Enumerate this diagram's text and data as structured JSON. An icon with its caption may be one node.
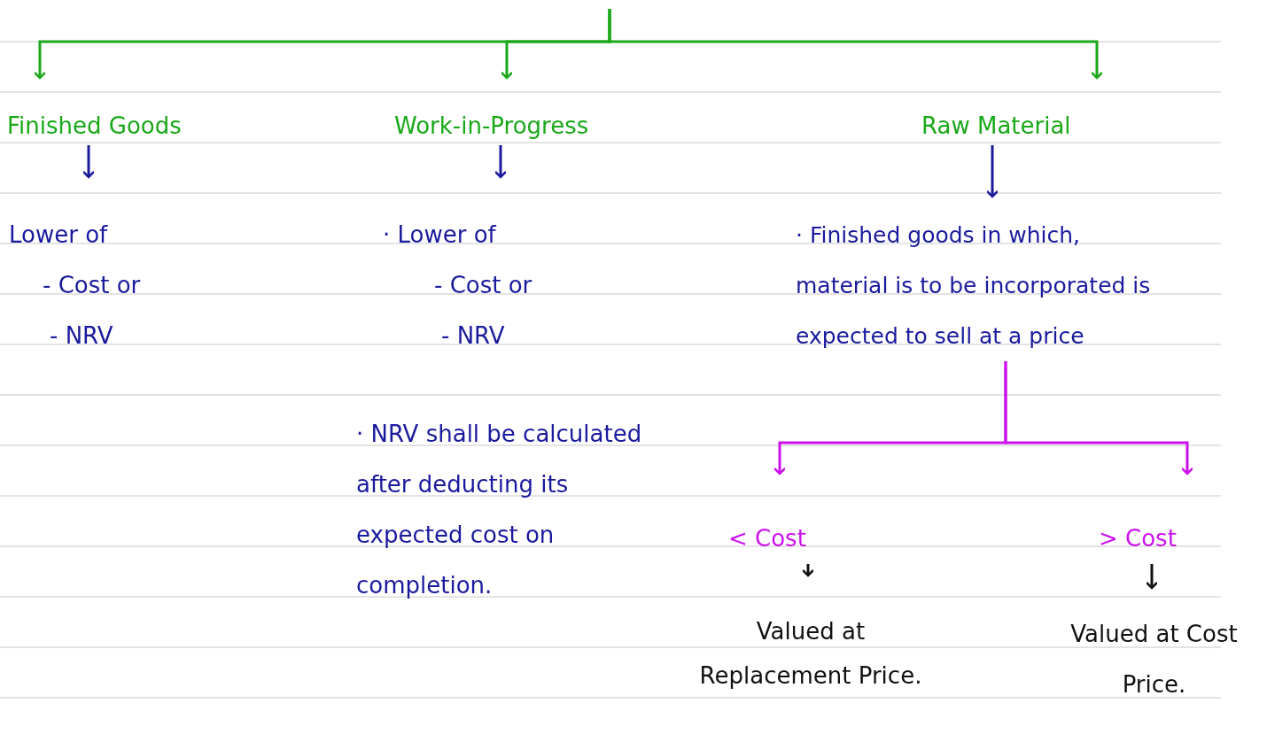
{
  "diagram": {
    "nodes": [
      {
        "text": [
          "Finished Goods"
        ]
      },
      {
        "text": [
          "Work-in-Progress"
        ]
      },
      {
        "text": [
          "Raw Material"
        ]
      },
      {
        "text": [
          "Lower of",
          "- Cost or",
          "- NRV"
        ]
      },
      {
        "text": [
          "· Lower of",
          "- Cost or",
          "- NRV"
        ]
      },
      {
        "text": [
          "· Finished goods in which, material is to be incorporated is expected to sell at a price"
        ]
      },
      {
        "text": [
          "< Cost"
        ]
      },
      {
        "text": [
          "> Cost"
        ]
      },
      {
        "text": [
          "Valued at Replacement Price."
        ]
      },
      {
        "text": [
          "Valued at Cost Price."
        ]
      }
    ],
    "edges": [
      {
        "from": null,
        "to": 0,
        "arrow": "to",
        "color": "#1aa81a"
      },
      {
        "from": null,
        "to": 1,
        "arrow": "to",
        "color": "#1aa81a"
      },
      {
        "from": null,
        "to": 2,
        "arrow": "to",
        "color": "#1aa81a"
      },
      {
        "from": 0,
        "to": 3,
        "arrow": "to",
        "color": "#1a1a9e"
      },
      {
        "from": 1,
        "to": 4,
        "arrow": "to",
        "color": "#1a1a9e"
      },
      {
        "from": 2,
        "to": 5,
        "arrow": "to",
        "color": "#1a1a9e"
      },
      {
        "from": 5,
        "to": 6,
        "arrow": "to",
        "color": "#cc11ee"
      },
      {
        "from": 5,
        "to": 7,
        "arrow": "to",
        "color": "#cc11ee"
      },
      {
        "from": 6,
        "to": 8,
        "arrow": "to",
        "color": "#111111"
      },
      {
        "from": 7,
        "to": 9,
        "arrow": "to",
        "color": "#111111"
      }
    ],
    "labels": [
      "· NRV shall be calculated after deducting its expected cost on completion."
    ]
  }
}
